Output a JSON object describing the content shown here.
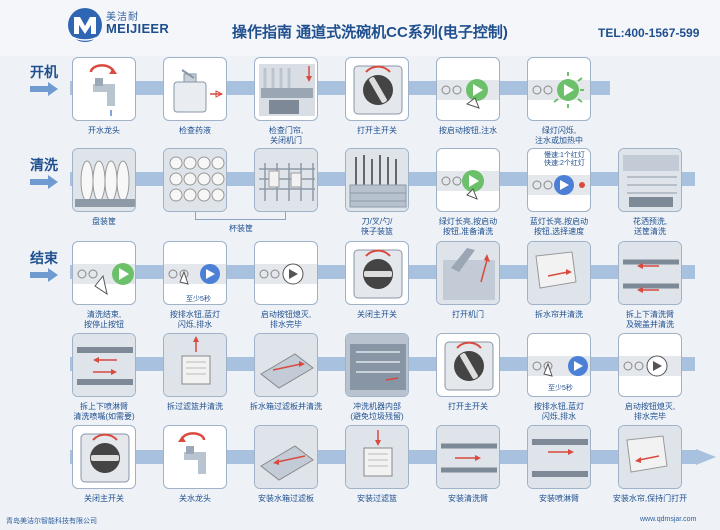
{
  "brand": {
    "name_cn": "美洁耐",
    "name_en": "MEIJIEER"
  },
  "title": "操作指南   通道式洗碗机CC系列(电子控制)",
  "tel": "TEL:400-1567-599",
  "colors": {
    "primary": "#1f4f8e",
    "track": "#a7c1df",
    "green": "#6cc06a",
    "blue": "#4c7fd6",
    "red": "#d94a3f"
  },
  "sections": [
    {
      "label": "开机"
    },
    {
      "label": "清洗"
    },
    {
      "label": "结束"
    }
  ],
  "rows": [
    {
      "steps": [
        {
          "icon": "faucet-open-icon",
          "caption": [
            "开水龙头"
          ]
        },
        {
          "icon": "detergent-tank-icon",
          "caption": [
            "检查药液"
          ]
        },
        {
          "icon": "door-check-icon",
          "caption": [
            "检查门帘,",
            "关闭机门"
          ]
        },
        {
          "icon": "main-switch-on-icon",
          "caption": [
            "打开主开关"
          ]
        },
        {
          "icon": "start-button-icon",
          "caption": [
            "按启动按钮,注水"
          ]
        },
        {
          "icon": "green-flash-icon",
          "caption": [
            "绿灯闪烁,",
            "注水或加热中"
          ]
        }
      ]
    },
    {
      "steps": [
        {
          "icon": "dish-rack-icon",
          "caption": [
            "盘装筐"
          ]
        },
        {
          "icon": "cup-rack-icon",
          "caption": []
        },
        {
          "icon": "wire-rack-icon",
          "caption": []
        },
        {
          "icon": "cutlery-rack-icon",
          "caption": [
            "刀/叉/勺/",
            "筷子装篮"
          ]
        },
        {
          "icon": "green-steady-icon",
          "caption": [
            "绿灯长亮,按启动",
            "按钮,准备清洗"
          ]
        },
        {
          "icon": "speed-select-icon",
          "caption": [
            "蓝灯长亮,按启动",
            "按钮,选择速度"
          ]
        },
        {
          "icon": "prewash-spray-icon",
          "caption": [
            "花洒预洗,",
            "送筐清洗"
          ]
        }
      ],
      "rack_caption": "杯装筐",
      "speed_notes": [
        "慢速:1个红灯",
        "快速:2个红灯"
      ]
    },
    {
      "steps": [
        {
          "icon": "finish-press-icon",
          "caption": [
            "清洗结束,",
            "按停止按钮"
          ]
        },
        {
          "icon": "drain-button-icon",
          "caption": [
            "按排水钮,蓝灯",
            "闪烁,排水"
          ]
        },
        {
          "icon": "start-off-icon",
          "caption": [
            "启动按钮熄灭,",
            "排水完毕"
          ]
        },
        {
          "icon": "main-switch-off-icon",
          "caption": [
            "关闭主开关"
          ]
        },
        {
          "icon": "open-door-icon",
          "caption": [
            "打开机门"
          ]
        },
        {
          "icon": "remove-curtain-icon",
          "caption": [
            "拆水帘并清洗"
          ]
        },
        {
          "icon": "remove-arm-icon",
          "caption": [
            "拆上下清洗臂",
            "及碗盖并清洗"
          ]
        }
      ],
      "hold_note": "至少5秒"
    },
    {
      "steps": [
        {
          "icon": "nozzle-clean-icon",
          "caption": [
            "拆上下喷淋臂",
            "清洗喷嘴(如需要)"
          ]
        },
        {
          "icon": "filter-basket-icon",
          "caption": [
            "拆过滤篮并清洗"
          ]
        },
        {
          "icon": "tank-filter-icon",
          "caption": [
            "拆水箱过滤板并清洗"
          ]
        },
        {
          "icon": "machine-interior-icon",
          "caption": [
            "冲洗机器内部",
            "(避免垃圾残留)"
          ]
        },
        {
          "icon": "main-switch-on-icon",
          "caption": [
            "打开主开关"
          ]
        },
        {
          "icon": "drain-button-icon",
          "caption": [
            "按排水钮,蓝灯",
            "闪烁,排水"
          ]
        },
        {
          "icon": "start-off-icon",
          "caption": [
            "启动按钮熄灭,",
            "排水完毕"
          ]
        }
      ],
      "hold_note": "至少5秒"
    },
    {
      "steps": [
        {
          "icon": "main-switch-off-icon",
          "caption": [
            "关闭主开关"
          ]
        },
        {
          "icon": "faucet-close-icon",
          "caption": [
            "关水龙头"
          ]
        },
        {
          "icon": "install-tank-filter-icon",
          "caption": [
            "安装水箱过滤板"
          ]
        },
        {
          "icon": "install-filter-basket-icon",
          "caption": [
            "安装过滤篮"
          ]
        },
        {
          "icon": "install-wash-arm-icon",
          "caption": [
            "安装清洗臂"
          ]
        },
        {
          "icon": "install-spray-arm-icon",
          "caption": [
            "安装喷淋臂"
          ]
        },
        {
          "icon": "install-curtain-icon",
          "caption": [
            "安装水帘,保持门打开"
          ]
        }
      ]
    }
  ],
  "footer": {
    "company": "青岛美洁尔智能科技有限公司",
    "website": "www.qdmsjar.com"
  }
}
